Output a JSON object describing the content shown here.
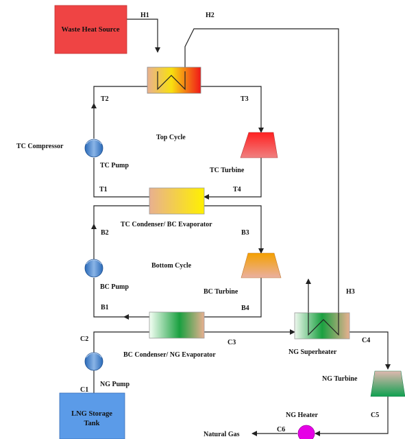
{
  "components": {
    "waste_heat_source": "Waste Heat Source",
    "tc_compressor": "TC Compressor",
    "top_cycle": "Top Cycle",
    "tc_pump": "TC Pump",
    "tc_turbine": "TC Turbine",
    "tc_condenser_bc_evaporator": "TC Condenser/ BC Evaporator",
    "bottom_cycle": "Bottom Cycle",
    "bc_pump": "BC Pump",
    "bc_turbine": "BC Turbine",
    "bc_condenser_ng_evaporator": "BC Condenser/ NG Evaporator",
    "ng_superheater": "NG Superheater",
    "ng_pump": "NG Pump",
    "ng_turbine": "NG Turbine",
    "ng_heater": "NG Heater",
    "lng_storage_tank_line1": "LNG Storage",
    "lng_storage_tank_line2": "Tank",
    "natural_gas": "Natural Gas"
  },
  "streams": {
    "h1": "H1",
    "h2": "H2",
    "h3": "H3",
    "t1": "T1",
    "t2": "T2",
    "t3": "T3",
    "t4": "T4",
    "b1": "B1",
    "b2": "B2",
    "b3": "B3",
    "b4": "B4",
    "c1": "C1",
    "c2": "C2",
    "c3": "C3",
    "c4": "C4",
    "c5": "C5",
    "c6": "C6"
  },
  "colors": {
    "waste_heat": "#ef4444",
    "lng_tank": "#5b9be8",
    "pump": "#4a88c8",
    "ng_heater": "#e600e6",
    "tc_turbine": "#e8202a",
    "bc_turbine": "#f0a020",
    "ng_turbine": "#1fa055"
  }
}
